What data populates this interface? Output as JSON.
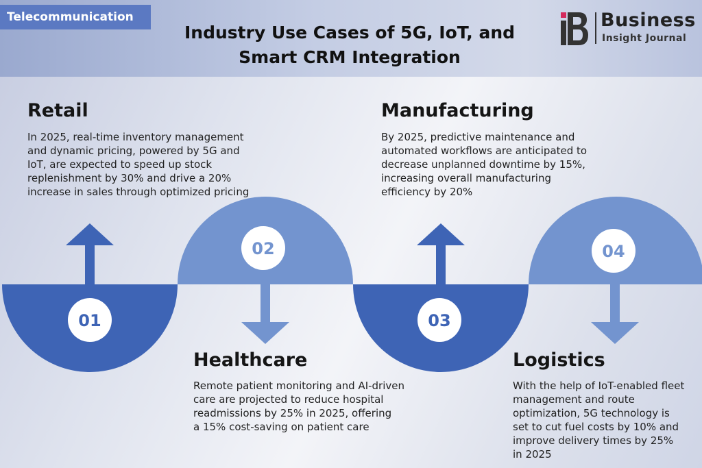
{
  "tag": "Telecommunication",
  "title_line1": "Industry Use Cases of 5G, IoT, and",
  "title_line2": "Smart CRM Integration",
  "logo": {
    "big": "Business",
    "small": "Insight Journal"
  },
  "colors": {
    "dark_blue": "#3e64b5",
    "light_blue": "#7394cf",
    "tag_blue": "#5b79c2"
  },
  "cases": [
    {
      "number": "01",
      "title": "Retail",
      "text": [
        "In 2025, real-time inventory management",
        "and dynamic pricing, powered by 5G and",
        "IoT, are expected to speed up stock",
        "replenishment by 30% and drive a 20%",
        "increase in sales through optimized pricing"
      ]
    },
    {
      "number": "02",
      "title": "Healthcare",
      "text": [
        "Remote patient monitoring and AI-driven",
        "care are projected to reduce hospital",
        "readmissions by 25% in 2025, offering",
        "a 15% cost-saving on patient care"
      ]
    },
    {
      "number": "03",
      "title": "Manufacturing",
      "text": [
        "By 2025, predictive maintenance and",
        "automated workflows are anticipated to",
        "decrease unplanned downtime by 15%,",
        "increasing overall manufacturing",
        "efficiency by 20%"
      ]
    },
    {
      "number": "04",
      "title": "Logistics",
      "text": [
        "With the help of IoT-enabled fleet",
        "management and route",
        "optimization, 5G technology is",
        "set to cut fuel costs by 10% and",
        "improve delivery times by 25%",
        "in 2025"
      ]
    }
  ]
}
